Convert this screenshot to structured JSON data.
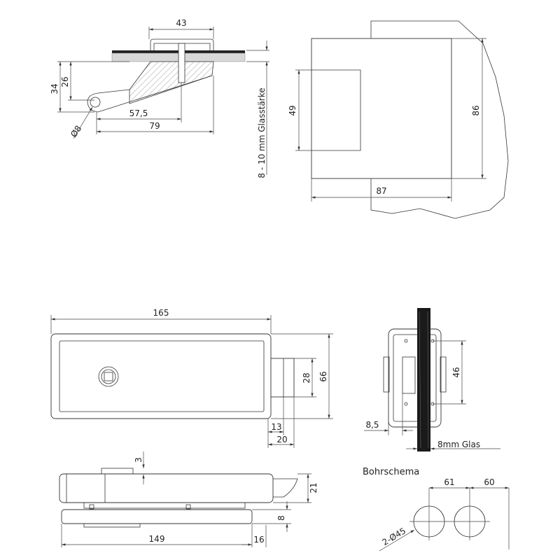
{
  "top_section": {
    "dim_clamp_width": "43",
    "dim_height_total": "34",
    "dim_height_axis": "26",
    "dim_hole_diameter": "Ø8",
    "dim_axis_to_screw": "57,5",
    "dim_total_length": "79",
    "glass_thickness_note": "8 - 10 mm Glasstärke"
  },
  "door_view": {
    "dim_cutout_height": "49",
    "dim_body_height": "86",
    "dim_body_width": "87"
  },
  "lock_front": {
    "dim_length": "165",
    "dim_bolt_height": "28",
    "dim_body_height": "66",
    "dim_bolt_offset": "13",
    "dim_bolt_projection": "20"
  },
  "lock_side": {
    "dim_latch_spacing": "46",
    "dim_offset": "8,5",
    "glass_label": "8mm Glas"
  },
  "lock_bottom": {
    "dim_tab": "3",
    "dim_height": "21",
    "dim_plate": "8",
    "dim_plate_length": "149",
    "dim_plate_offset": "16"
  },
  "drilling": {
    "title": "Bohrschema",
    "dim_spacing": "61",
    "dim_edge": "60",
    "dim_holes": "2-Ø45"
  }
}
